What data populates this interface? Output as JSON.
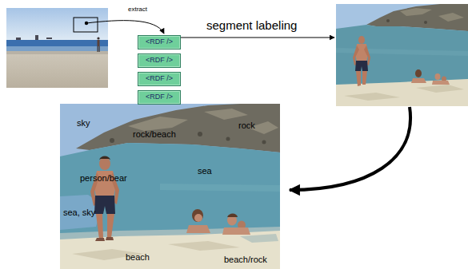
{
  "diagram": {
    "nodes": [
      {
        "text": [
          "<RDF />"
        ]
      },
      {
        "text": [
          "<RDF />"
        ]
      },
      {
        "text": [
          "<RDF />"
        ]
      },
      {
        "text": [
          "<RDF />"
        ]
      },
      {
        "text": [
          "sky",
          "rock/beach",
          "rock",
          "person/bear",
          "sea",
          "sea, sky",
          "beach",
          "beach/rock"
        ]
      }
    ],
    "labels": [
      "extract",
      "segment labeling"
    ]
  }
}
